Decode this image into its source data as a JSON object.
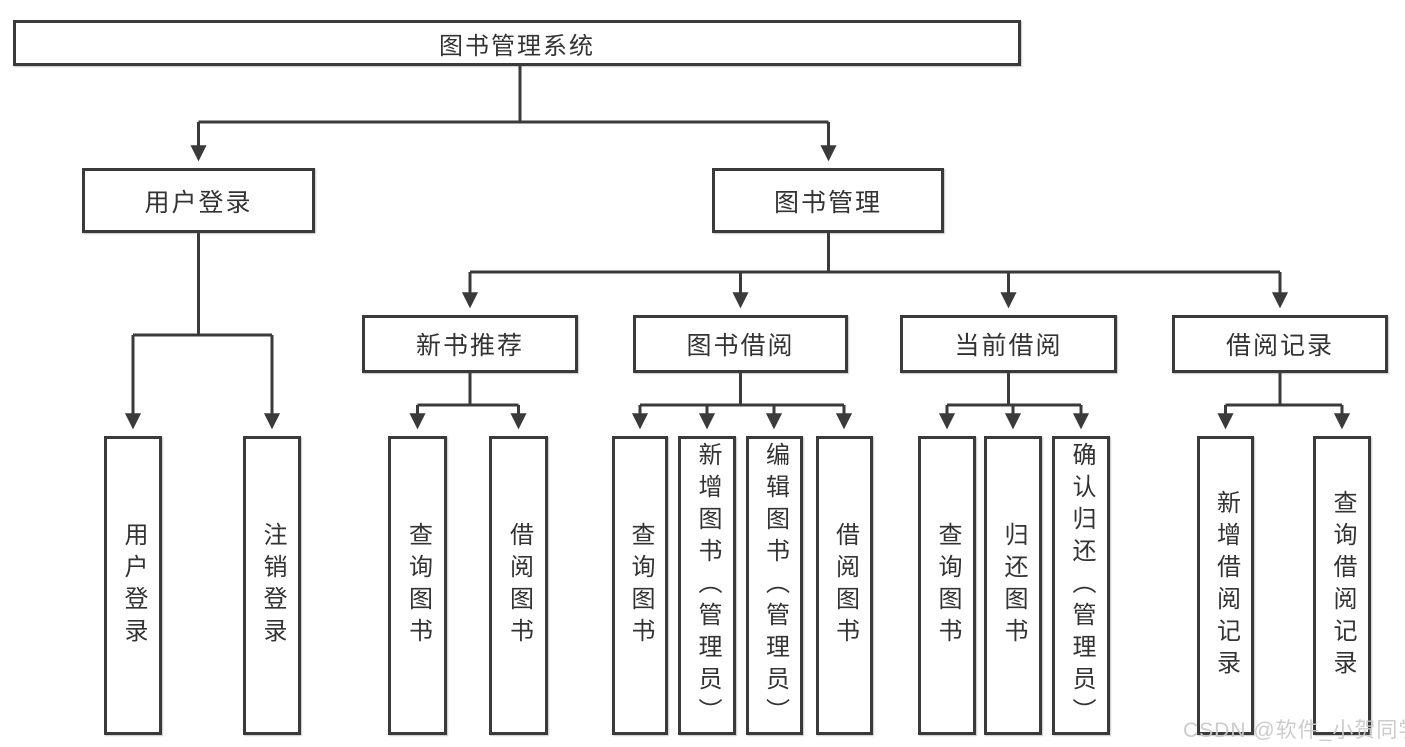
{
  "diagram": {
    "root": {
      "label": "图书管理系统",
      "children": [
        {
          "label": "用户登录",
          "children": [
            {
              "label": "用户登录"
            },
            {
              "label": "注销登录"
            }
          ]
        },
        {
          "label": "图书管理",
          "children": [
            {
              "label": "新书推荐",
              "children": [
                {
                  "label": "查询图书"
                },
                {
                  "label": "借阅图书"
                }
              ]
            },
            {
              "label": "图书借阅",
              "children": [
                {
                  "label": "查询图书"
                },
                {
                  "label": "新增图书（管理员）"
                },
                {
                  "label": "编辑图书（管理员）"
                },
                {
                  "label": "借阅图书"
                }
              ]
            },
            {
              "label": "当前借阅",
              "children": [
                {
                  "label": "查询图书"
                },
                {
                  "label": "归还图书"
                },
                {
                  "label": "确认归还（管理员）"
                }
              ]
            },
            {
              "label": "借阅记录",
              "children": [
                {
                  "label": "新增借阅记录"
                },
                {
                  "label": "查询借阅记录"
                }
              ]
            }
          ]
        }
      ]
    }
  },
  "watermark": {
    "text": "CSDN @软件_小贺同学"
  },
  "colors": {
    "line": "#3a3a3a",
    "border": "#3a3a3a",
    "text": "#333333",
    "watermark": "#c9c9c9",
    "background": "#ffffff"
  }
}
